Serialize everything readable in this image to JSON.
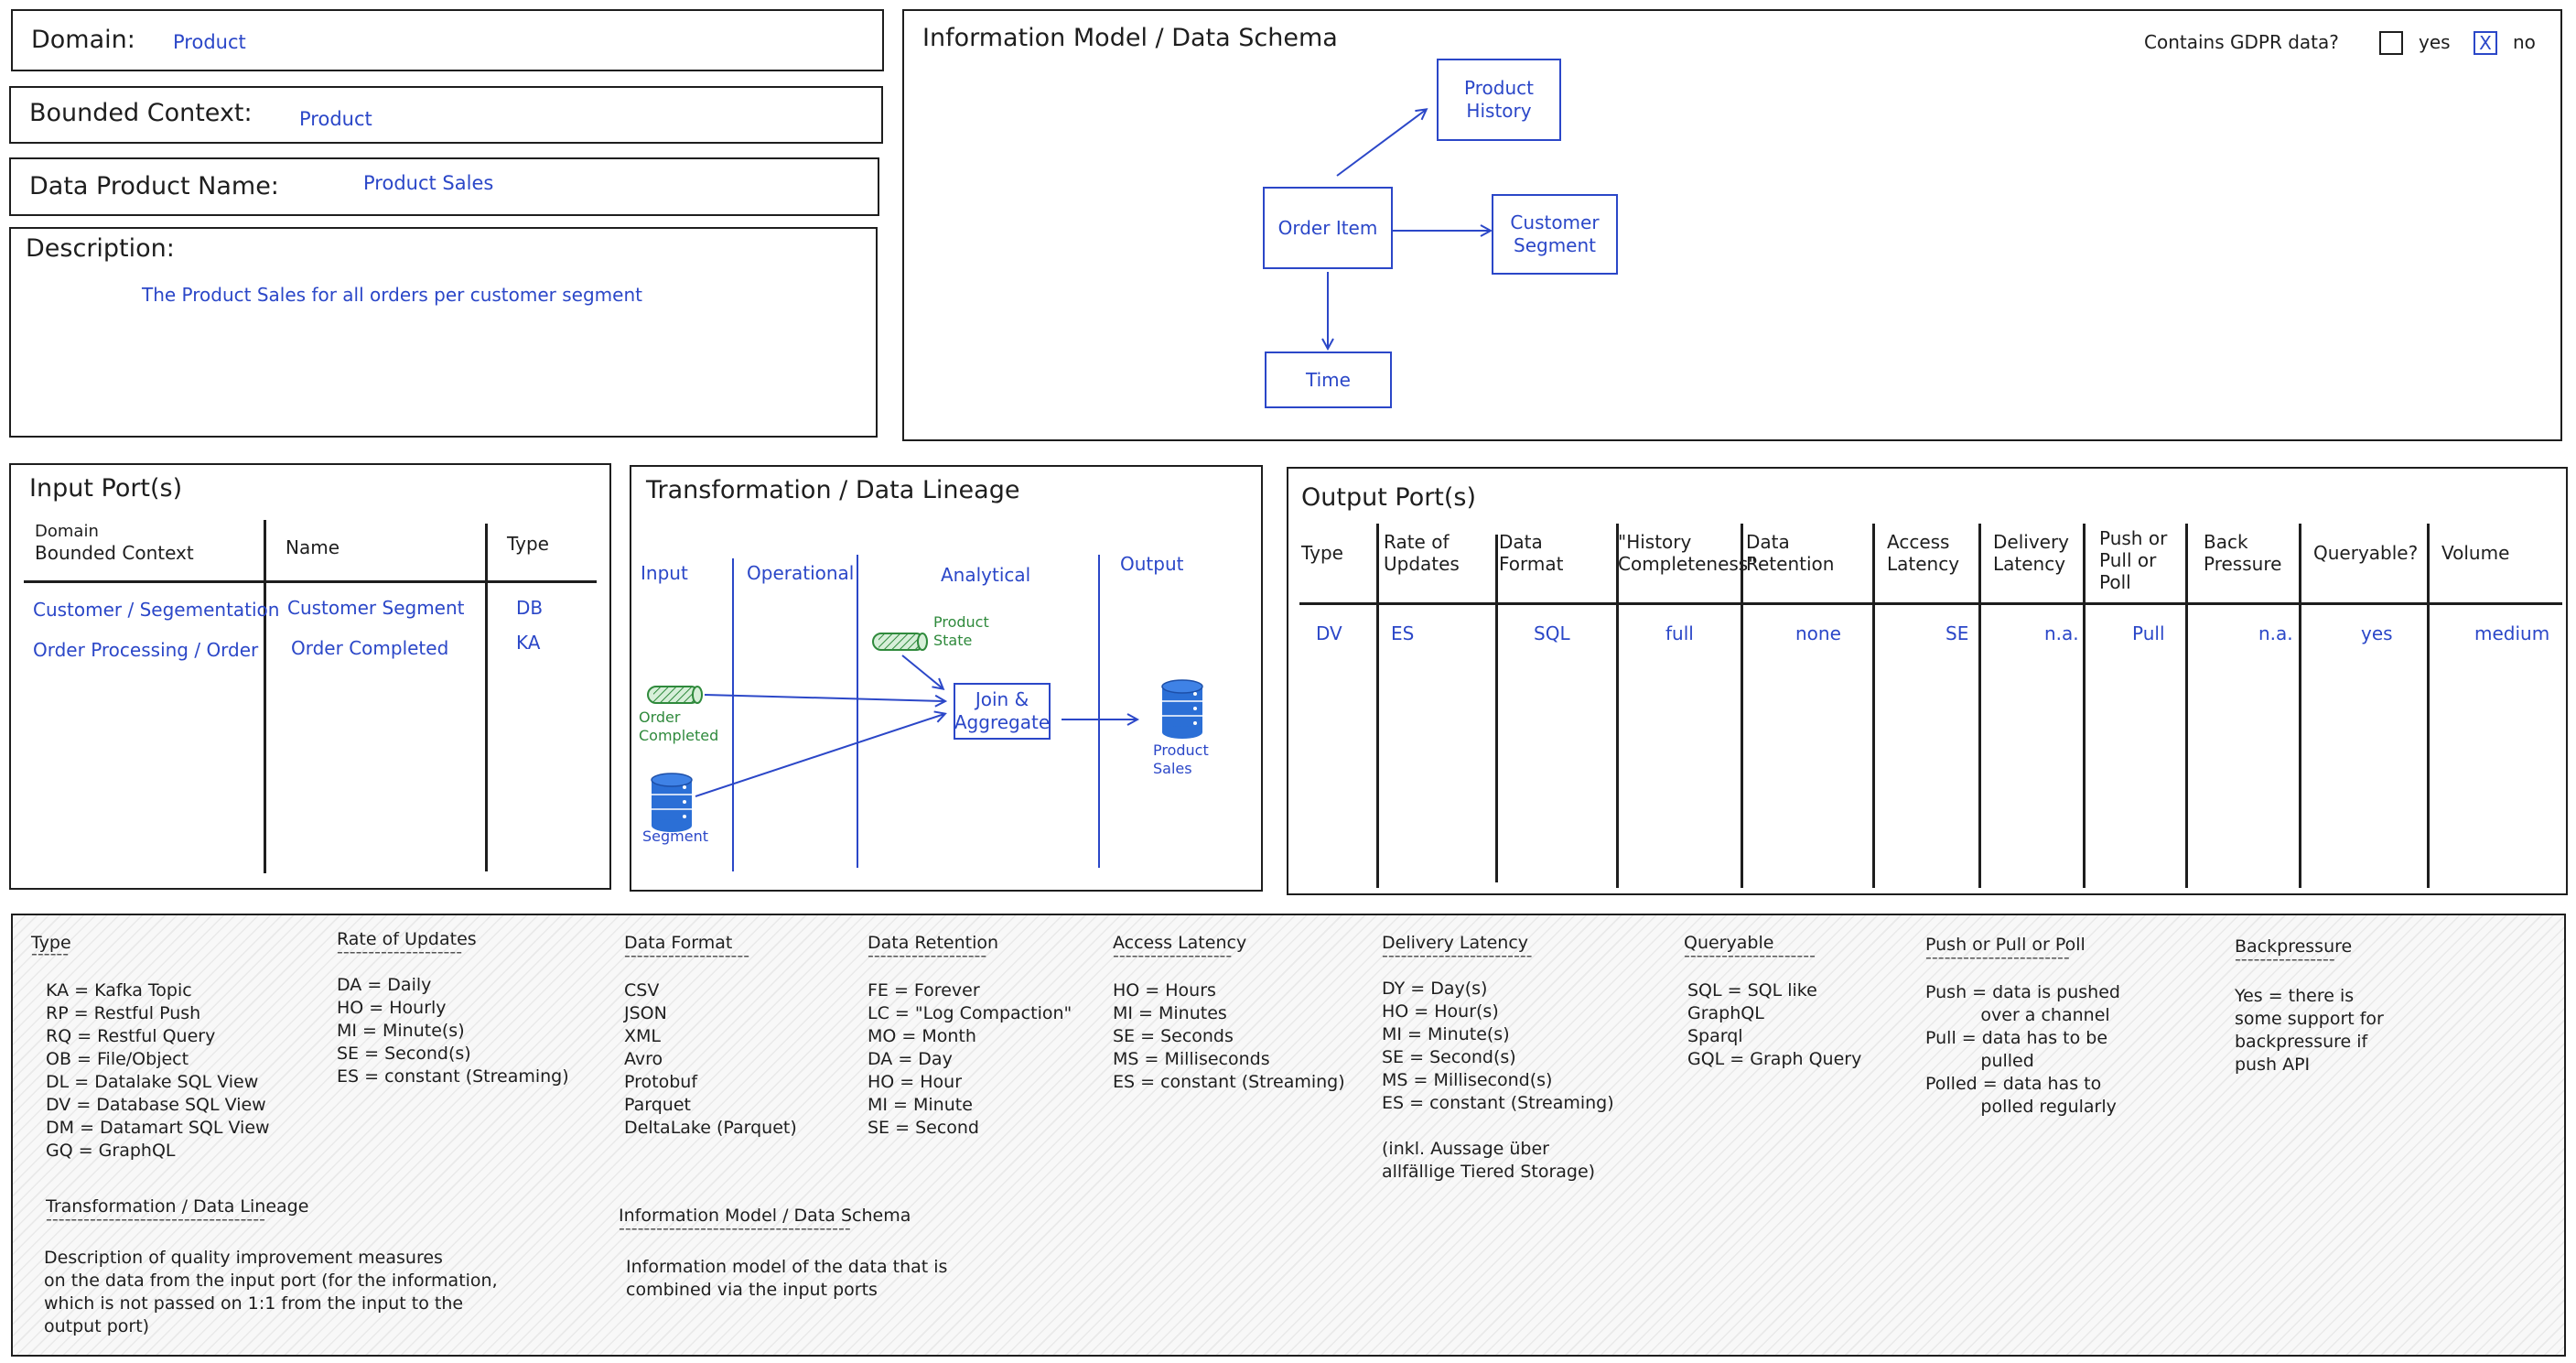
{
  "domain": {
    "label": "Domain:",
    "value": "Product"
  },
  "bounded_context": {
    "label": "Bounded Context:",
    "value": "Product"
  },
  "data_product_name": {
    "label": "Data Product Name:",
    "value": "Product Sales"
  },
  "description": {
    "label": "Description:",
    "value": "The Product Sales for all orders per customer segment"
  },
  "info_model": {
    "title": "Information Model / Data Schema",
    "gdpr_label": "Contains GDPR data?",
    "gdpr_yes_label": "yes",
    "gdpr_no_label": "no",
    "gdpr_no_mark": "X",
    "nodes": {
      "product_history": "Product\nHistory",
      "order_item": "Order Item",
      "customer_segment": "Customer\nSegment",
      "time": "Time"
    }
  },
  "input_ports": {
    "title": "Input Port(s)",
    "col_domain_1": "Domain",
    "col_domain_2": "Bounded Context",
    "col_name": "Name",
    "col_type": "Type",
    "rows": [
      {
        "domain": "Customer / Segementation",
        "name": "Customer Segment",
        "type": "DB"
      },
      {
        "domain": "Order Processing / Order",
        "name": "Order Completed",
        "type": "KA"
      }
    ]
  },
  "transformation": {
    "title": "Transformation / Data Lineage",
    "lanes": {
      "input": "Input",
      "operational": "Operational",
      "analytical": "Analytical",
      "output": "Output"
    },
    "labels": {
      "order_completed": "Order\nCompleted",
      "segment": "Segment",
      "product_state": "Product\nState",
      "join": "Join &\nAggregate",
      "product_sales": "Product\nSales"
    },
    "colors": {
      "stream": "#2f8a3c",
      "db": "#2b6fd6",
      "ink": "#2b47c8"
    }
  },
  "output_ports": {
    "title": "Output Port(s)",
    "headers": [
      "Type",
      "Rate of\nUpdates",
      "Data\nFormat",
      "\"History\nCompleteness\"",
      "Data\nRetention",
      "Access\nLatency",
      "Delivery\nLatency",
      "Push or\nPull or\nPoll",
      "Back\nPressure",
      "Queryable?",
      "Volume"
    ],
    "values": [
      "DV",
      "ES",
      "SQL",
      "full",
      "none",
      "SE",
      "n.a.",
      "Pull",
      "n.a.",
      "yes",
      "medium"
    ]
  },
  "legend": {
    "type": {
      "title": "Type",
      "items": "KA = Kafka Topic\nRP = Restful Push\nRQ = Restful Query\nOB = File/Object\nDL = Datalake SQL View\nDV = Database SQL View\nDM = Datamart SQL View\nGQ = GraphQL"
    },
    "rate": {
      "title": "Rate of Updates",
      "items": "DA = Daily\nHO = Hourly\nMI = Minute(s)\nSE = Second(s)\nES = constant (Streaming)"
    },
    "format": {
      "title": "Data Format",
      "items": "CSV\nJSON\nXML\nAvro\nProtobuf\nParquet\nDeltaLake (Parquet)"
    },
    "retention": {
      "title": "Data Retention",
      "items": "FE = Forever\nLC = \"Log Compaction\"\nMO = Month\nDA = Day\nHO = Hour\nMI = Minute\nSE = Second"
    },
    "access": {
      "title": "Access Latency",
      "items": "HO = Hours\nMI = Minutes\nSE = Seconds\nMS = Milliseconds\nES = constant (Streaming)"
    },
    "delivery": {
      "title": "Delivery Latency",
      "items": "DY = Day(s)\nHO = Hour(s)\nMI = Minute(s)\nSE = Second(s)\nMS = Millisecond(s)\nES = constant (Streaming)\n\n(inkl. Aussage über\nallfällige Tiered Storage)"
    },
    "queryable": {
      "title": "Queryable",
      "items": "SQL = SQL like\nGraphQL\nSparql\nGQL = Graph Query"
    },
    "push": {
      "title": "Push or Pull or Poll",
      "items": "Push = data is pushed\n          over a channel\nPull = data has to be\n          pulled\nPolled = data has to\n          polled regularly"
    },
    "backpressure": {
      "title": "Backpressure",
      "items": "Yes = there is\nsome support for\nbackpressure if\npush API"
    },
    "transformation": {
      "title": "Transformation / Data Lineage",
      "items": "Description of quality improvement measures\non the data from the input port (for the information,\nwhich is not passed on 1:1 from the input to the\noutput port)"
    },
    "info_model": {
      "title": "Information Model / Data Schema",
      "items": "Information model of the data that is\ncombined via the input ports"
    }
  }
}
